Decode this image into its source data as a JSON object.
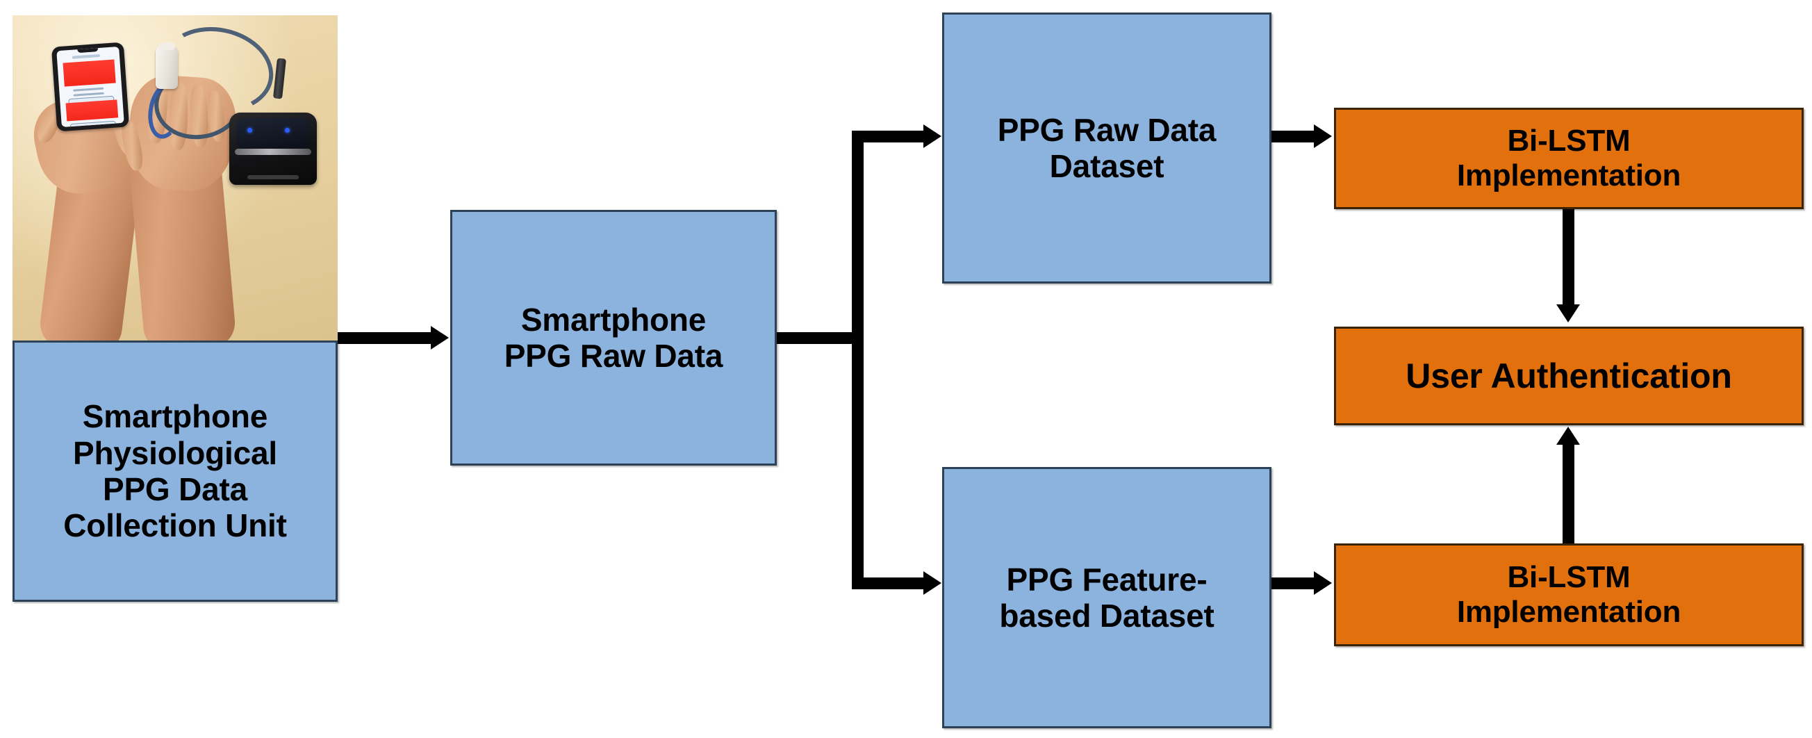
{
  "diagram": {
    "title": "Smartphone PPG user authentication system flowchart",
    "colors": {
      "node_blue": "#8CB3DE",
      "node_blue_border": "#2E4257",
      "node_orange": "#E2700D",
      "node_orange_border": "#3A2306",
      "connector": "#000000",
      "background": "#FFFFFF"
    },
    "nodes": [
      {
        "id": "collection-unit",
        "label": "Smartphone\nPhysiological\nPPG Data\nCollection Unit",
        "type": "blue",
        "has_photo": true,
        "photo_description": "Two hands: left hand holds a smartphone showing a red PPG app screen, right hand wears a white fingertip pulse-oximeter sensor connected by a blue-grey cable to a black recording device on a tan tabletop."
      },
      {
        "id": "smartphone-raw-data",
        "label": "Smartphone\nPPG Raw Data",
        "type": "blue"
      },
      {
        "id": "raw-dataset",
        "label": "PPG Raw Data\nDataset",
        "type": "blue"
      },
      {
        "id": "feature-dataset",
        "label": "PPG Feature-\nbased Dataset",
        "type": "blue"
      },
      {
        "id": "bilstm-top",
        "label": "Bi-LSTM\nImplementation",
        "type": "orange"
      },
      {
        "id": "bilstm-bottom",
        "label": "Bi-LSTM\nImplementation",
        "type": "orange"
      },
      {
        "id": "user-authentication",
        "label": "User Authentication",
        "type": "orange"
      }
    ],
    "edges": [
      {
        "from": "collection-unit",
        "to": "smartphone-raw-data",
        "direction": "right"
      },
      {
        "from": "smartphone-raw-data",
        "to": "raw-dataset",
        "direction": "right",
        "style": "branch-up"
      },
      {
        "from": "smartphone-raw-data",
        "to": "feature-dataset",
        "direction": "right",
        "style": "branch-down"
      },
      {
        "from": "raw-dataset",
        "to": "bilstm-top",
        "direction": "right"
      },
      {
        "from": "feature-dataset",
        "to": "bilstm-bottom",
        "direction": "right"
      },
      {
        "from": "bilstm-top",
        "to": "user-authentication",
        "direction": "down"
      },
      {
        "from": "bilstm-bottom",
        "to": "user-authentication",
        "direction": "up"
      }
    ]
  }
}
